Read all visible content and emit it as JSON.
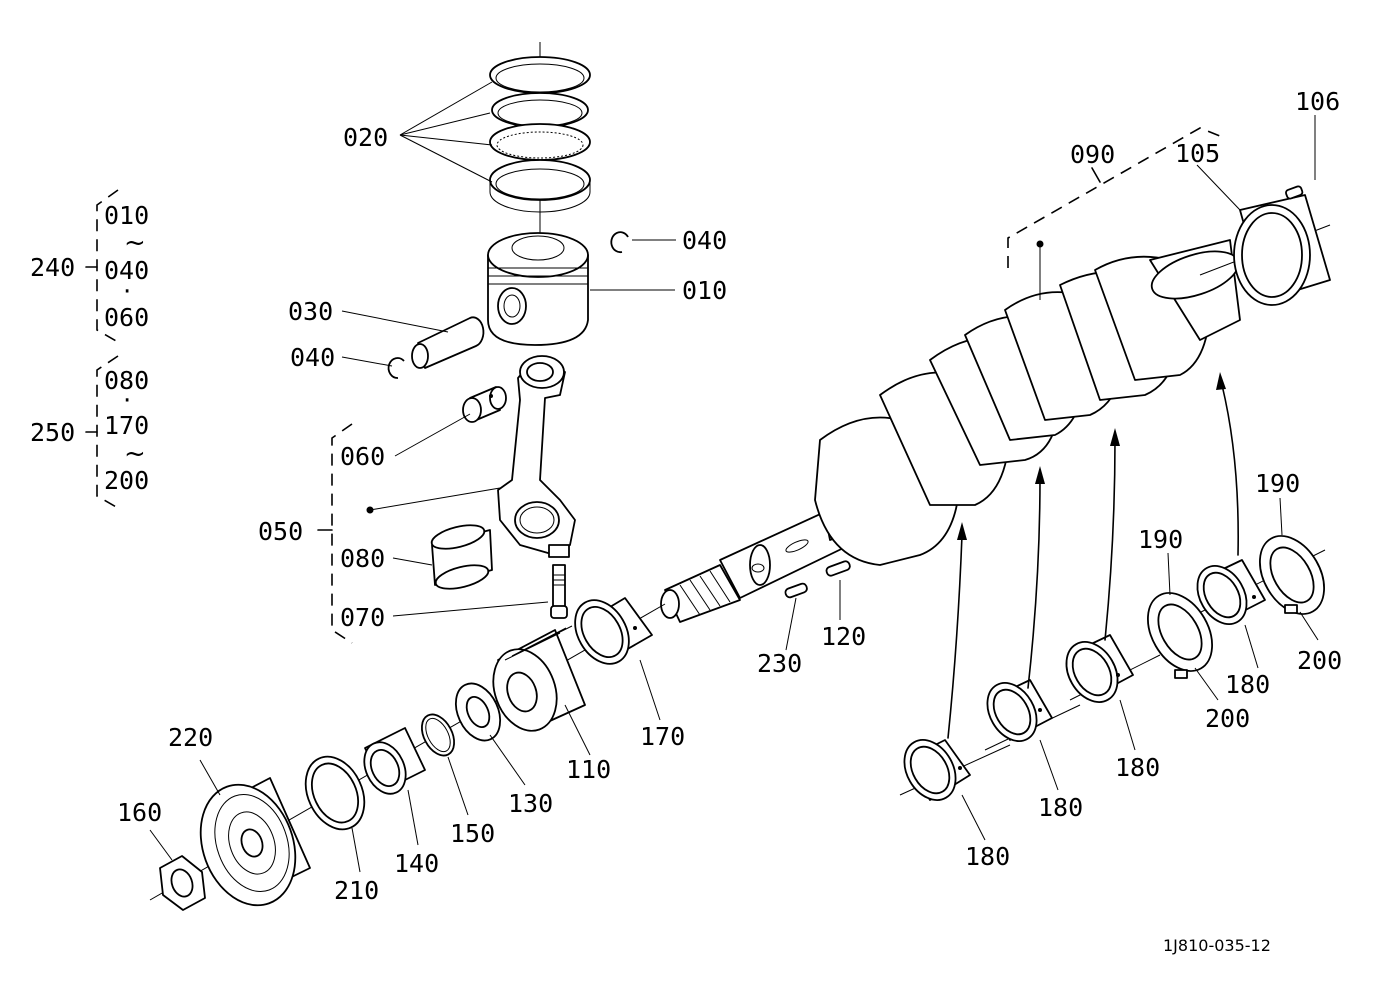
{
  "labels": {
    "l020": "020",
    "l040a": "040",
    "l010": "010",
    "l030": "030",
    "l040b": "040",
    "l060": "060",
    "l050": "050",
    "l080": "080",
    "l070": "070",
    "l090": "090",
    "l105": "105",
    "l106": "106",
    "l110": "110",
    "l120": "120",
    "l130": "130",
    "l140": "140",
    "l150": "150",
    "l160": "160",
    "l170": "170",
    "l180a": "180",
    "l180b": "180",
    "l180c": "180",
    "l180d": "180",
    "l190a": "190",
    "l190b": "190",
    "l200a": "200",
    "l200b": "200",
    "l210": "210",
    "l220": "220",
    "l230": "230"
  },
  "kits": {
    "k240": {
      "label": "240",
      "items": [
        "010",
        "~",
        "040",
        "·",
        "060"
      ]
    },
    "k250": {
      "label": "250",
      "items": [
        "080",
        "·",
        "170",
        "~",
        "200"
      ]
    }
  },
  "reference": "1J810-035-12"
}
